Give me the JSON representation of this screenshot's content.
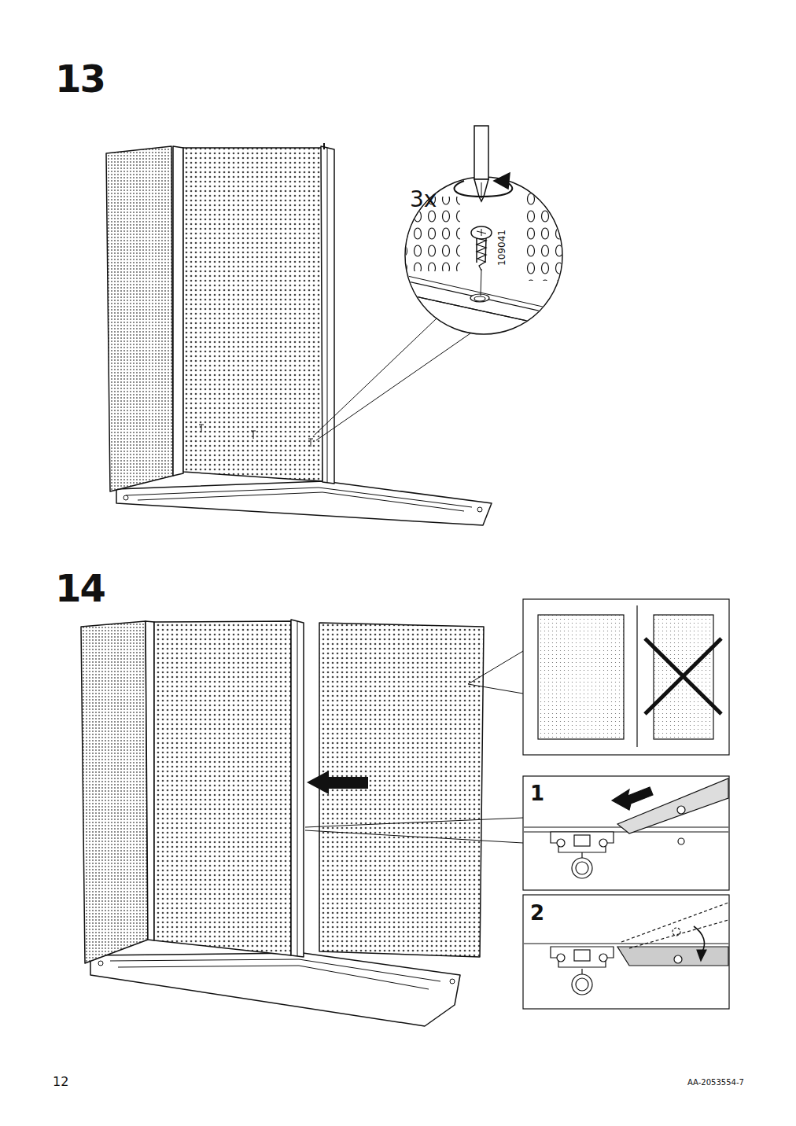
{
  "diagram": {
    "labels": [
      "13",
      "3x",
      "109041",
      "14",
      "1",
      "2",
      "12",
      "AA-2053554-7"
    ]
  }
}
